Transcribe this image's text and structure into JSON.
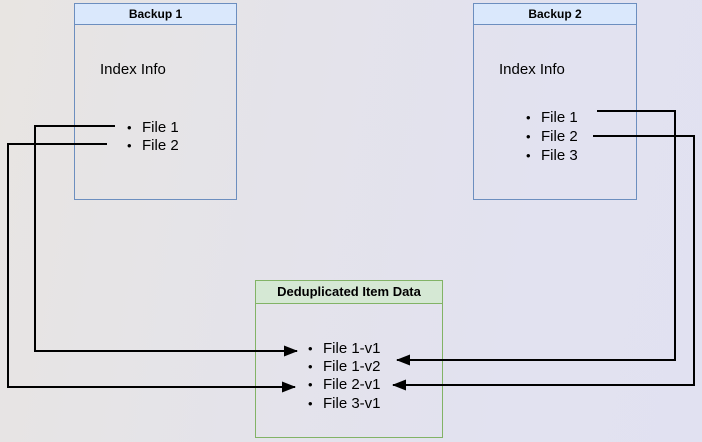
{
  "diagram": {
    "backup1": {
      "title": "Backup 1",
      "label": "Index Info",
      "files": [
        "File 1",
        "File 2"
      ]
    },
    "backup2": {
      "title": "Backup 2",
      "label": "Index Info",
      "files": [
        "File 1",
        "File 2",
        "File 3"
      ]
    },
    "dedup": {
      "title": "Deduplicated Item Data",
      "items": [
        "File 1-v1",
        "File 1-v2",
        "File 2-v1",
        "File 3-v1"
      ]
    },
    "bullet": "•",
    "connections": [
      {
        "from": "Backup 1 / File 1",
        "to": "File 1-v1"
      },
      {
        "from": "Backup 1 / File 2",
        "to": "File 2-v1"
      },
      {
        "from": "Backup 2 / File 1",
        "to": "File 1-v2"
      },
      {
        "from": "Backup 2 / File 2",
        "to": "File 2-v1"
      }
    ],
    "colors": {
      "backup_border": "#6c8ebf",
      "backup_title_bg": "#dae8fc",
      "dedup_border": "#82b366",
      "dedup_title_bg": "#d5e8d4",
      "connector": "#000000"
    }
  }
}
